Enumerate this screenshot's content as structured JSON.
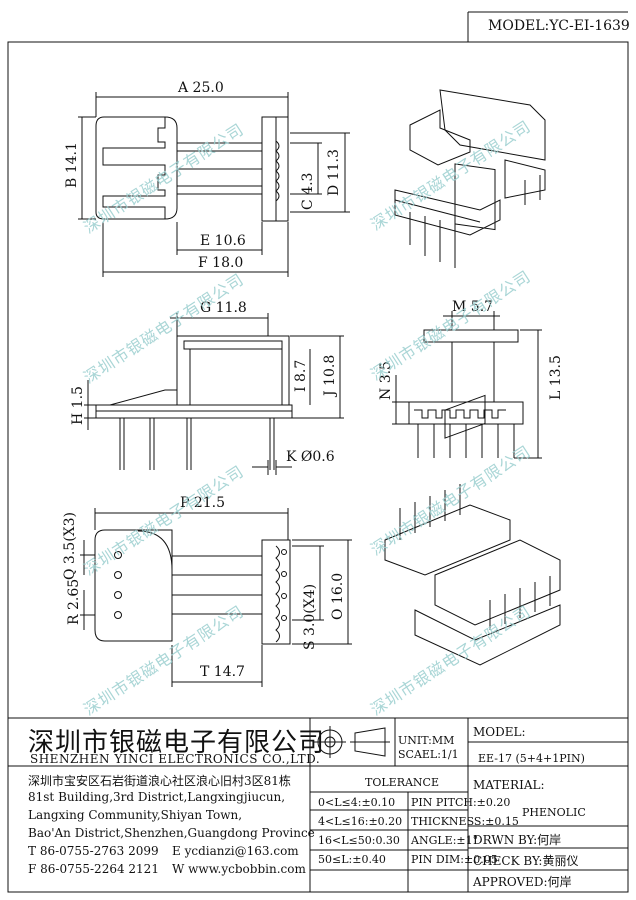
{
  "model_top": "MODEL:YC-EI-1639",
  "dims": {
    "A": "A 25.0",
    "B": "B 14.1",
    "C": "C 4.3",
    "D": "D 11.3",
    "E": "E 10.6",
    "F": "F 18.0",
    "G": "G 11.8",
    "H": "H 1.5",
    "I": "I 8.7",
    "J": "J 10.8",
    "K": "K Ø0.6",
    "M": "M 5.7",
    "N": "N 3.5",
    "L": "L 13.5",
    "P": "P 21.5",
    "Q": "Q 3.5(X3)",
    "R": "R 2.65",
    "S": "S 3.0(X4)",
    "O": "O 16.0",
    "T": "T 14.7"
  },
  "watermark": "深圳市银磁电子有限公司",
  "titleblock": {
    "company_cn": "深圳市银磁电子有限公司",
    "company_en": "SHENZHEN YINCI ELECTRONICS CO.,LTD.",
    "address": [
      "深圳市宝安区石岩街道浪心社区浪心旧村3区81栋",
      "81st Building,3rd District,Langxingjiucun,",
      "Langxing Community,Shiyan Town,",
      "Bao'An District,Shenzhen,Guangdong Province"
    ],
    "tel": "T 86-0755-2763 2099",
    "fax": "F 86-0755-2264 2121",
    "email": "E ycdianzi@163.com",
    "web": "W www.ycbobbin.com",
    "unit": "UNIT:MM",
    "scale": "SCAEL:1/1",
    "model_label": "MODEL:",
    "model_value": "EE-17 (5+4+1PIN)",
    "tolerance_title": "TOLERANCE",
    "tolerances": [
      "0<L≤4:±0.10",
      "4<L≤16:±0.20",
      "16<L≤50:0.30",
      "50≤L:±0.40"
    ],
    "pin_specs": [
      "PIN PITCH:±0.20",
      "THICKNESS:±0.15",
      "ANGLE:±1°",
      "PIN DIM:±0.05"
    ],
    "material_label": "MATERIAL:",
    "material_value": "PHENOLIC",
    "drawn": "DRWN BY:何岸",
    "check": "CHECK BY:黄丽仪",
    "approved": "APPROVED:何岸"
  }
}
